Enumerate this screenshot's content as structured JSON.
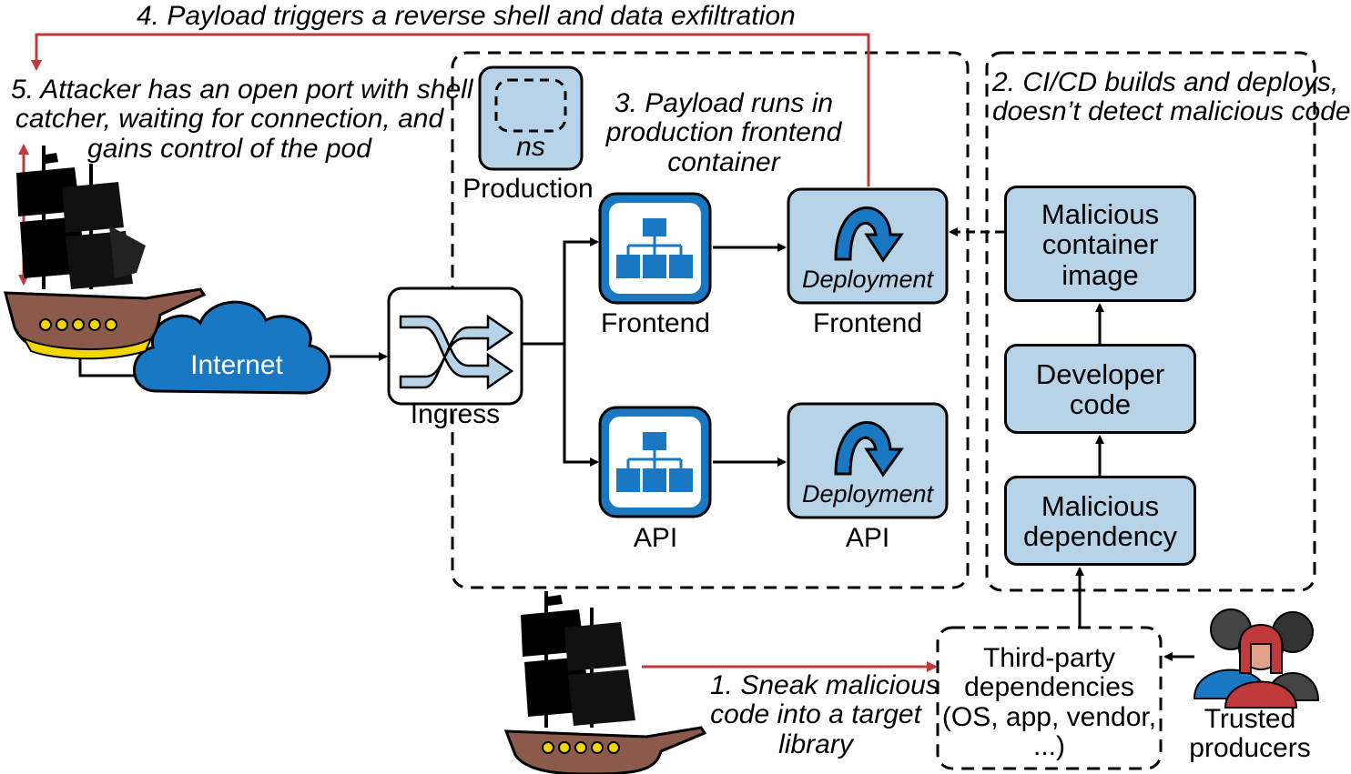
{
  "steps": {
    "step1_lines": [
      "1. Sneak malicious",
      "code into a target",
      "library"
    ],
    "step2_lines": [
      "2. CI/CD builds and deploys,",
      "doesn’t detect malicious code"
    ],
    "step3_lines": [
      "3. Payload runs in",
      "production frontend",
      "container"
    ],
    "step4": "4. Payload triggers a reverse shell and data exfiltration",
    "step5_lines": [
      "5. Attacker has an open port with shell",
      "catcher, waiting for connection, and",
      "gains control of the pod"
    ]
  },
  "nodes": {
    "internet": "Internet",
    "ingress": "Ingress",
    "namespace_tag": "ns",
    "namespace_name": "Production",
    "frontend_service": "Frontend",
    "api_service": "API",
    "deployment_label": "Deployment",
    "frontend_deployment": "Frontend",
    "api_deployment": "API",
    "malicious_image_lines": [
      "Malicious",
      "container",
      "image"
    ],
    "developer_code_lines": [
      "Developer",
      "code"
    ],
    "malicious_dependency_lines": [
      "Malicious",
      "dependency"
    ],
    "third_party_lines": [
      "Third-party",
      "dependencies",
      "(OS, app, vendor,",
      "...)"
    ],
    "trusted_producers_lines": [
      "Trusted",
      "producers"
    ]
  },
  "colors": {
    "box_fill": "#b7d3e8",
    "icon_blue": "#1a78c2",
    "attack_arrow": "#c0393b",
    "cloud": "#1a78c2"
  }
}
